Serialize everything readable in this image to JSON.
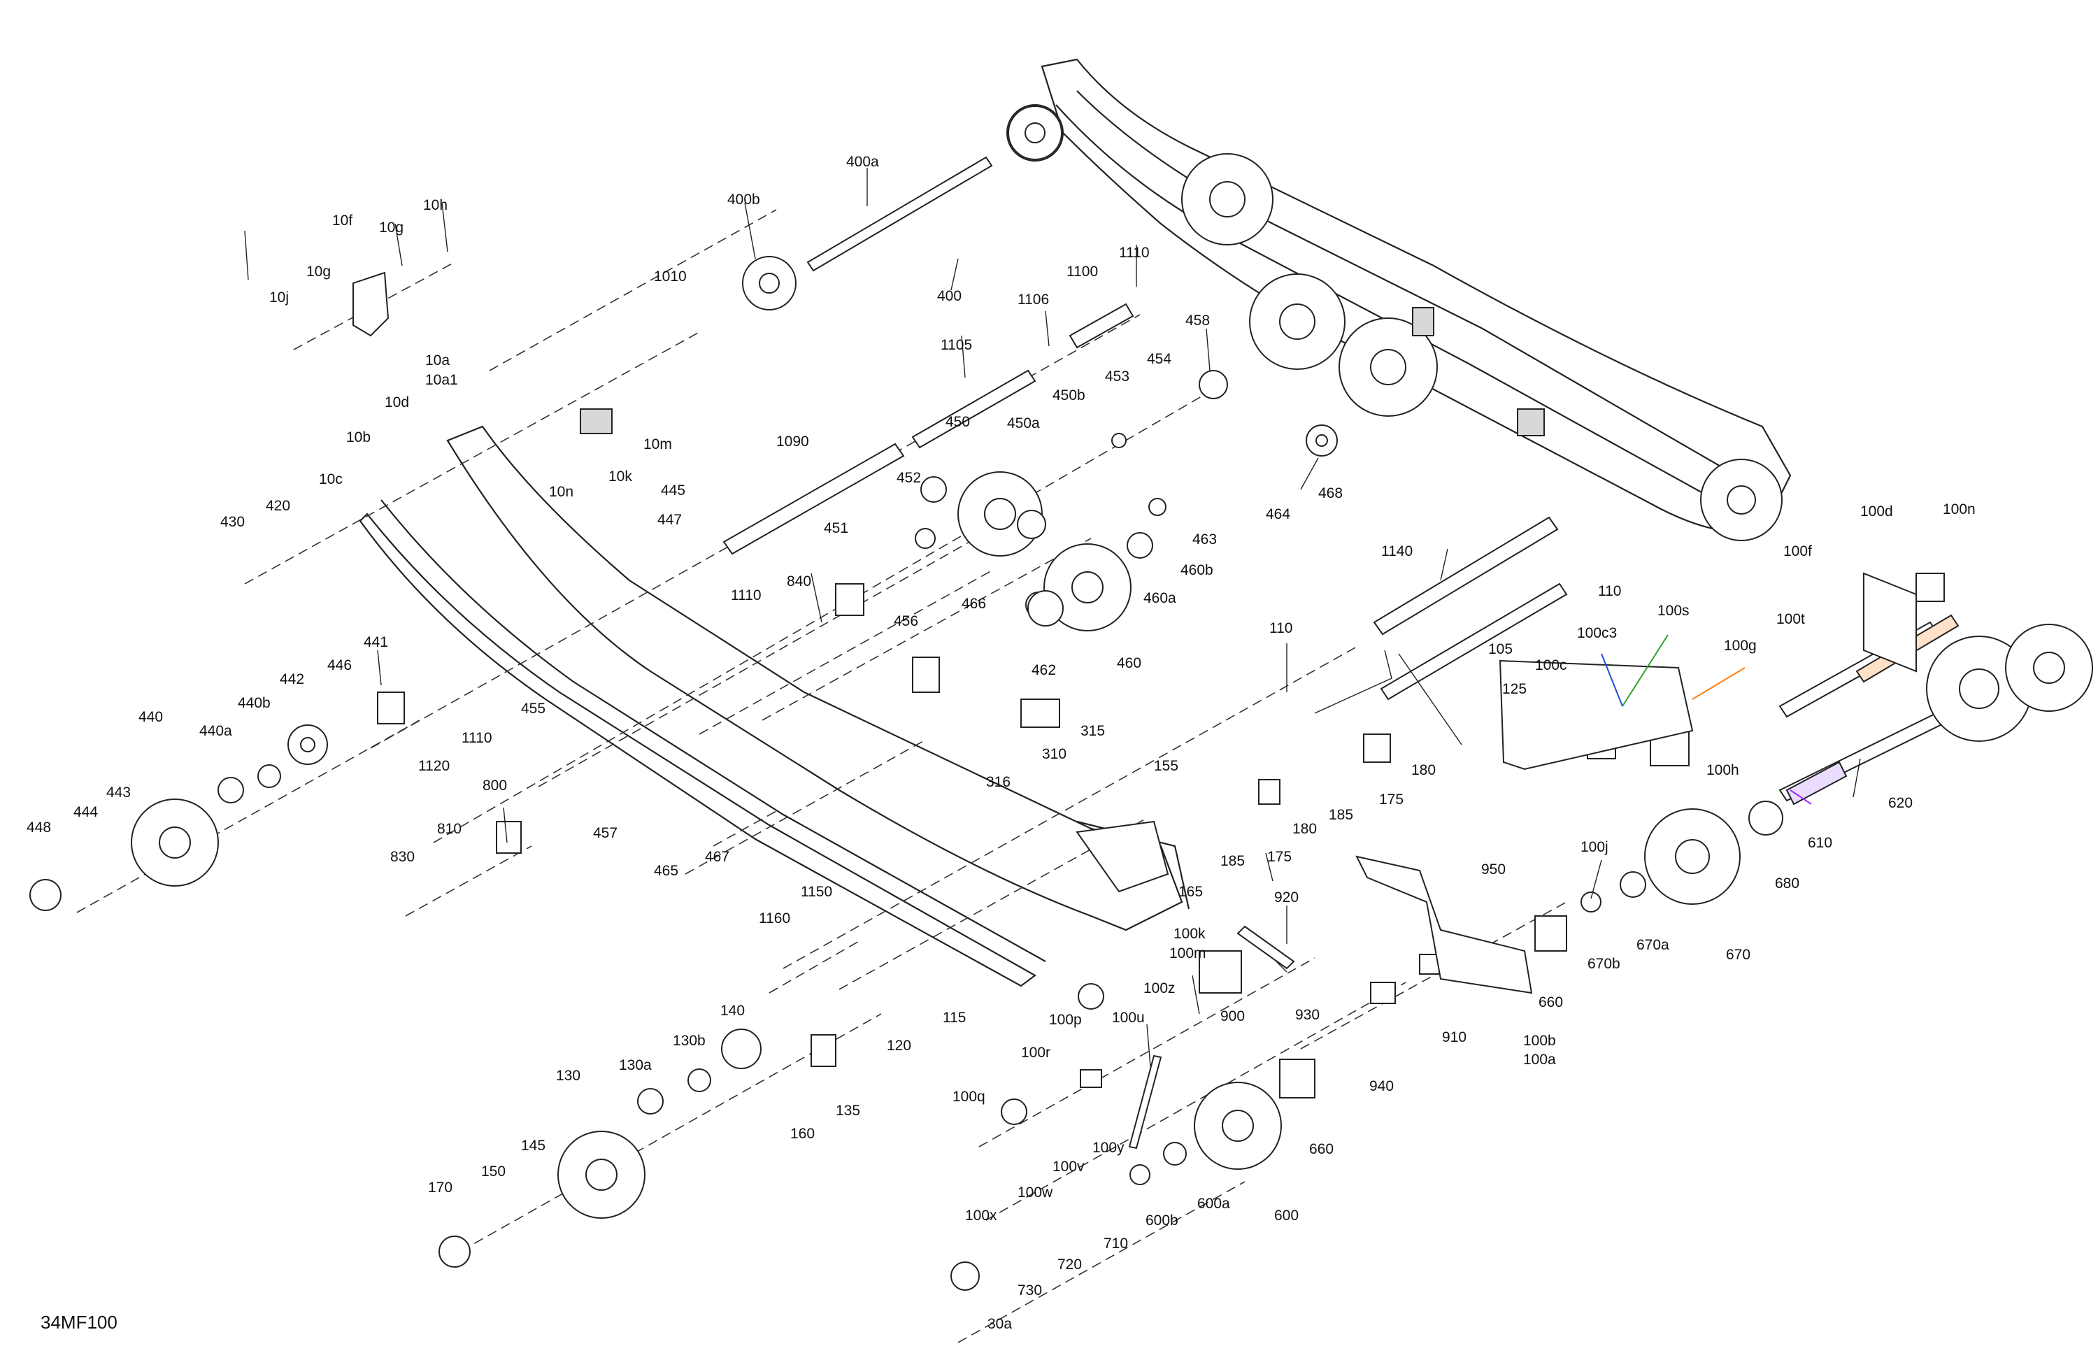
{
  "diagram": {
    "code": "34MF100",
    "colors": {
      "line": "#222222",
      "callout_green": "#2ca02c",
      "callout_blue": "#1f4fd8",
      "callout_orange": "#ff7f0e",
      "callout_purple": "#9b30ff"
    },
    "labels": [
      "400a",
      "400b",
      "400",
      "1010",
      "10f",
      "10g",
      "10h",
      "10g",
      "10j",
      "10a",
      "10a1",
      "10d",
      "10b",
      "10c",
      "10m",
      "10k",
      "10n",
      "430",
      "420",
      "1106",
      "1100",
      "1110",
      "458",
      "1105",
      "454",
      "453",
      "450b",
      "450a",
      "450",
      "1090",
      "452",
      "468",
      "464",
      "445",
      "447",
      "451",
      "1110",
      "456",
      "840",
      "463",
      "460b",
      "460a",
      "466",
      "462",
      "460",
      "441",
      "446",
      "442",
      "440b",
      "440a",
      "440",
      "443",
      "444",
      "448",
      "1120",
      "1110",
      "455",
      "800",
      "810",
      "830",
      "457",
      "465",
      "467",
      "310",
      "315",
      "316",
      "1140",
      "110",
      "105",
      "110",
      "125",
      "100s",
      "100c3",
      "100c",
      "100g",
      "100t",
      "100d",
      "100n",
      "100f",
      "100h",
      "100j",
      "180",
      "175",
      "185",
      "155",
      "185",
      "175",
      "180",
      "165",
      "620",
      "610",
      "680",
      "670",
      "670a",
      "670b",
      "660",
      "950",
      "920",
      "100k",
      "100m",
      "100z",
      "930",
      "900",
      "910",
      "940",
      "100b",
      "100a",
      "1160",
      "1150",
      "115",
      "120",
      "140",
      "130b",
      "130a",
      "130",
      "145",
      "150",
      "170",
      "135",
      "160",
      "100r",
      "100p",
      "100u",
      "100q",
      "100y",
      "100v",
      "100w",
      "100x",
      "660",
      "600",
      "600a",
      "600b",
      "710",
      "720",
      "730",
      "30a"
    ]
  }
}
